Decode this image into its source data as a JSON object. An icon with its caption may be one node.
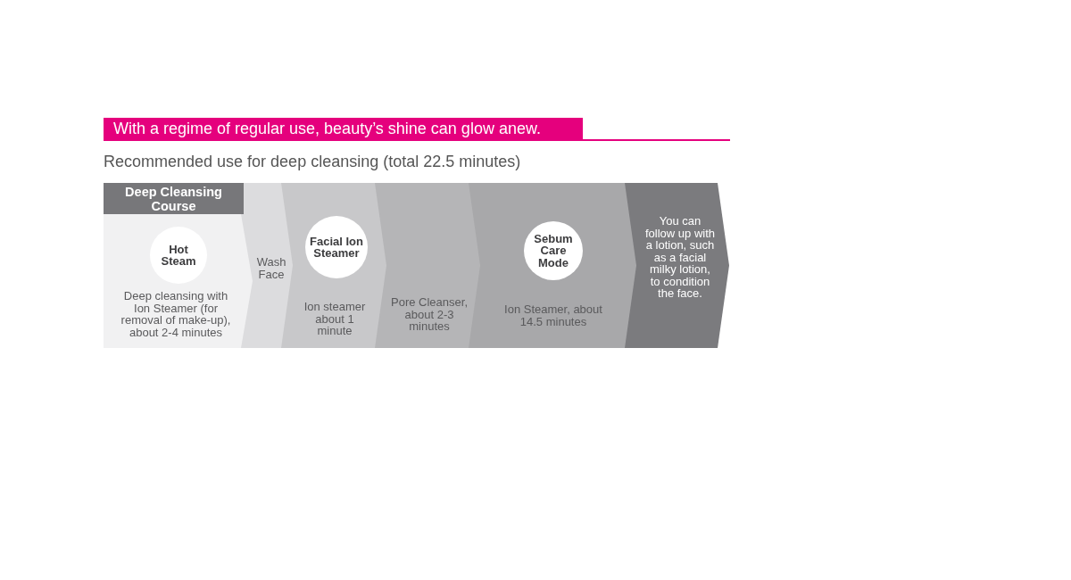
{
  "diagram": {
    "title": "With a regime of regular use, beauty’s shine can glow anew.",
    "nodes": [
      {
        "text": [
          "Deep Cleansing Course"
        ]
      },
      {
        "text": [
          "Deep cleansing with Ion Steamer (for removal of make-up), about 2-4 minutes"
        ]
      },
      {
        "text": [
          "Hot Steam"
        ],
        "in": 1
      },
      {
        "text": [
          "Wash Face"
        ]
      },
      {
        "text": [
          "Ion steamer about 1 minute"
        ]
      },
      {
        "text": [
          "Facial Ion Steamer"
        ],
        "in": 4
      },
      {
        "text": [
          "Pore Cleanser, about 2-3 minutes"
        ]
      },
      {
        "text": [
          "Ion Steamer, about 14.5 minutes"
        ]
      },
      {
        "text": [
          "Sebum Care Mode"
        ],
        "in": 7
      },
      {
        "text": [
          "You can follow up with a lotion, such as a facial milky lotion, to condition the face."
        ]
      }
    ],
    "labels": [
      "Recommended use for deep cleansing (total 22.5 minutes)"
    ]
  }
}
